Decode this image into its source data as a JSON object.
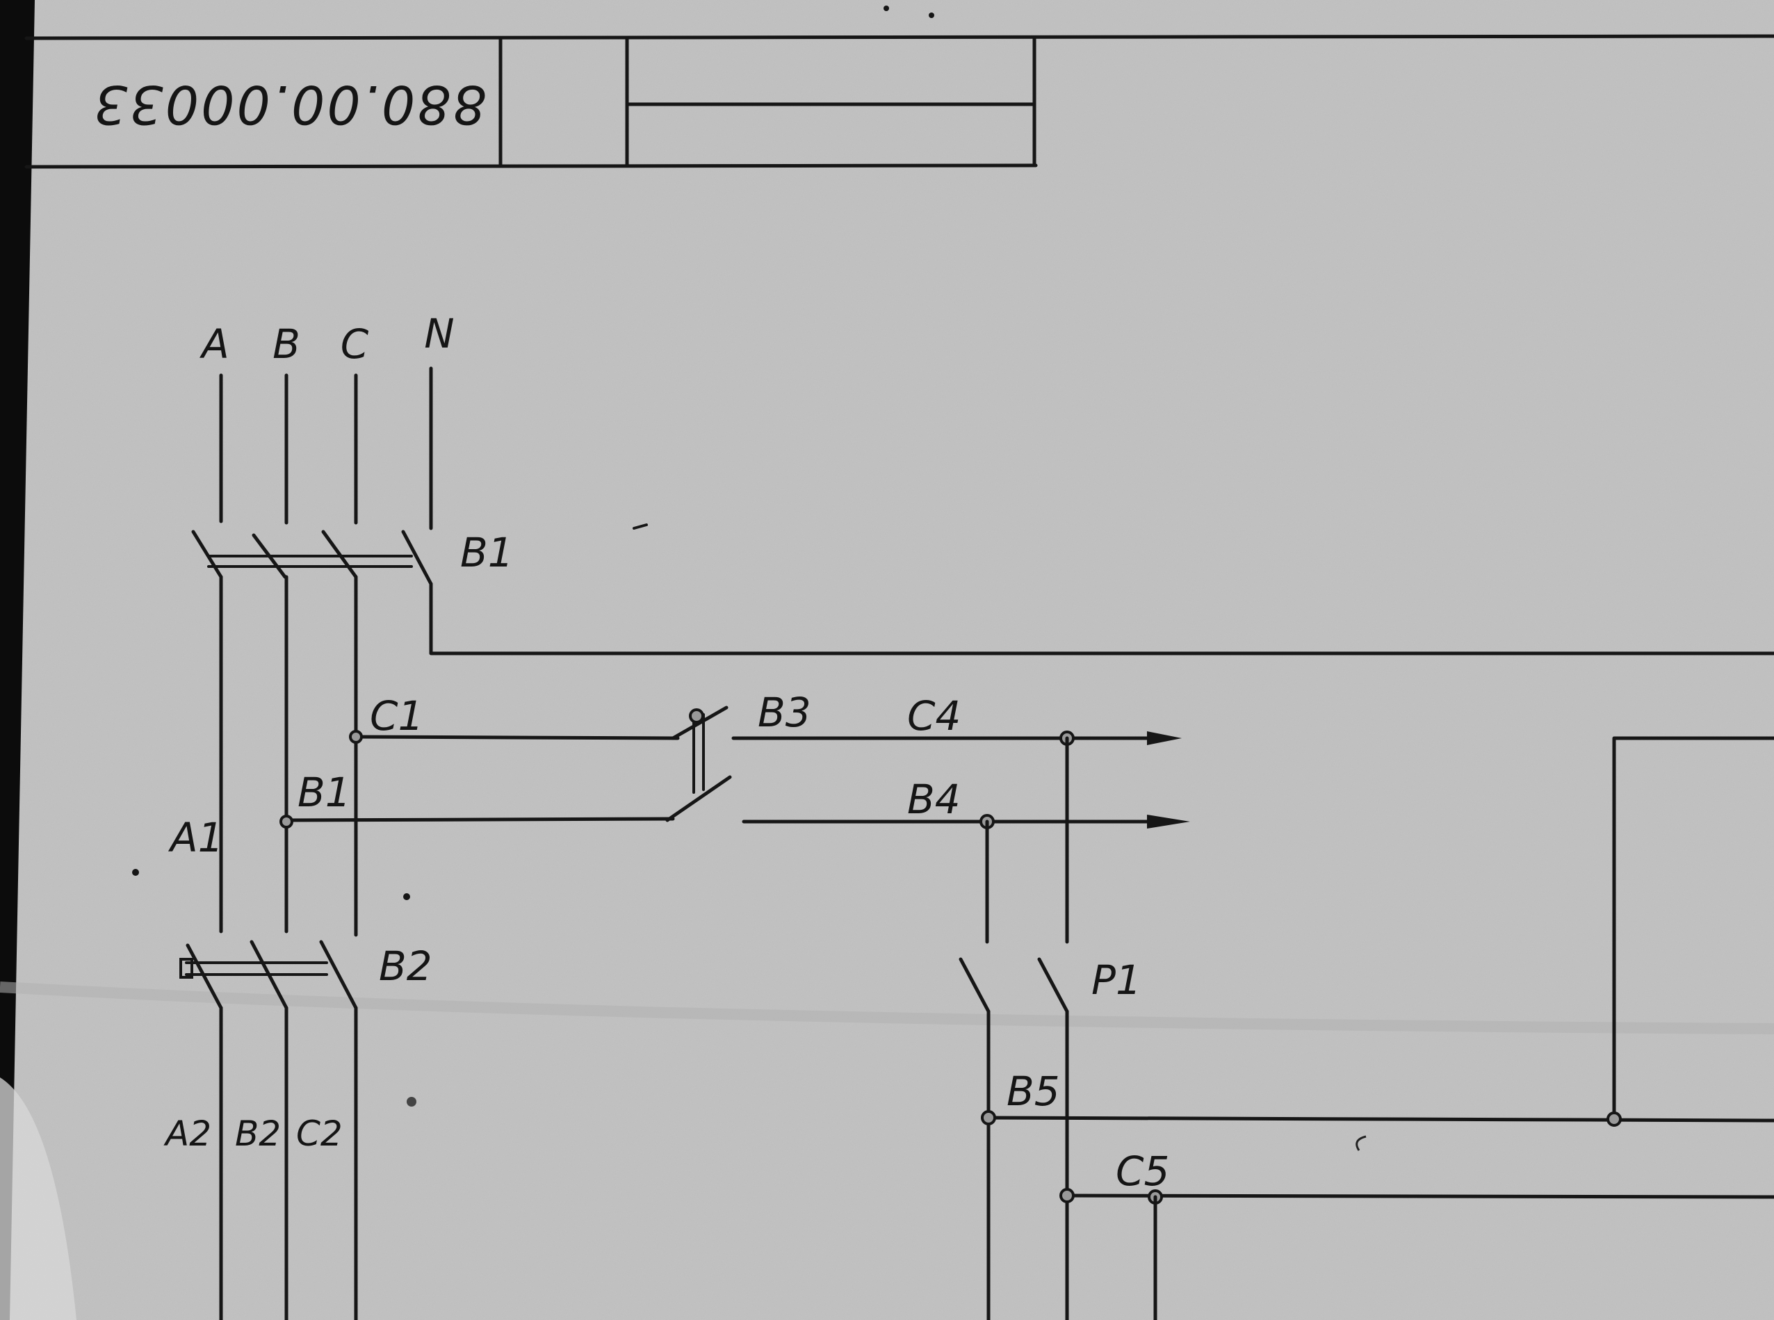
{
  "title_block": {
    "drawing_code": "880.00.00033"
  },
  "labels": {
    "bus_a": "A",
    "bus_b": "B",
    "bus_c": "C",
    "bus_n": "N",
    "switch_b1": "B1",
    "switch_b2": "B2",
    "switch_b3": "B3",
    "relay_p1": "P1",
    "node_c1": "C1",
    "node_b1": "B1",
    "node_a1": "A1",
    "node_c4": "C4",
    "node_b4": "B4",
    "node_b5": "B5",
    "node_c5": "C5",
    "node_a2": "A2",
    "node_b2": "B2",
    "node_c2": "C2"
  },
  "colors": {
    "paper": "#c4c4c4",
    "ink": "#161616",
    "frame_edge": "#0a0a0a"
  }
}
